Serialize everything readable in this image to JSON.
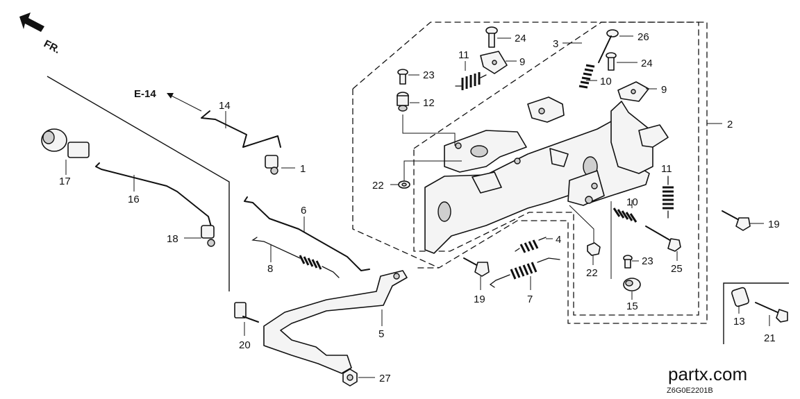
{
  "direction_label": "FR.",
  "reference_label": "E-14",
  "watermark": "partx.com",
  "diagram_code": "Z6G0E2201B",
  "callouts": {
    "p1": "1",
    "p2": "2",
    "p3": "3",
    "p4": "4",
    "p5": "5",
    "p6": "6",
    "p7": "7",
    "p8": "8",
    "p9a": "9",
    "p9b": "9",
    "p10a": "10",
    "p10b": "10",
    "p11a": "11",
    "p11b": "11",
    "p12": "12",
    "p13": "13",
    "p14": "14",
    "p15": "15",
    "p16": "16",
    "p17": "17",
    "p18": "18",
    "p19a": "19",
    "p19b": "19",
    "p20": "20",
    "p21": "21",
    "p22a": "22",
    "p22b": "22",
    "p23a": "23",
    "p23b": "23",
    "p24a": "24",
    "p24b": "24",
    "p25": "25",
    "p26": "26",
    "p27": "27"
  }
}
